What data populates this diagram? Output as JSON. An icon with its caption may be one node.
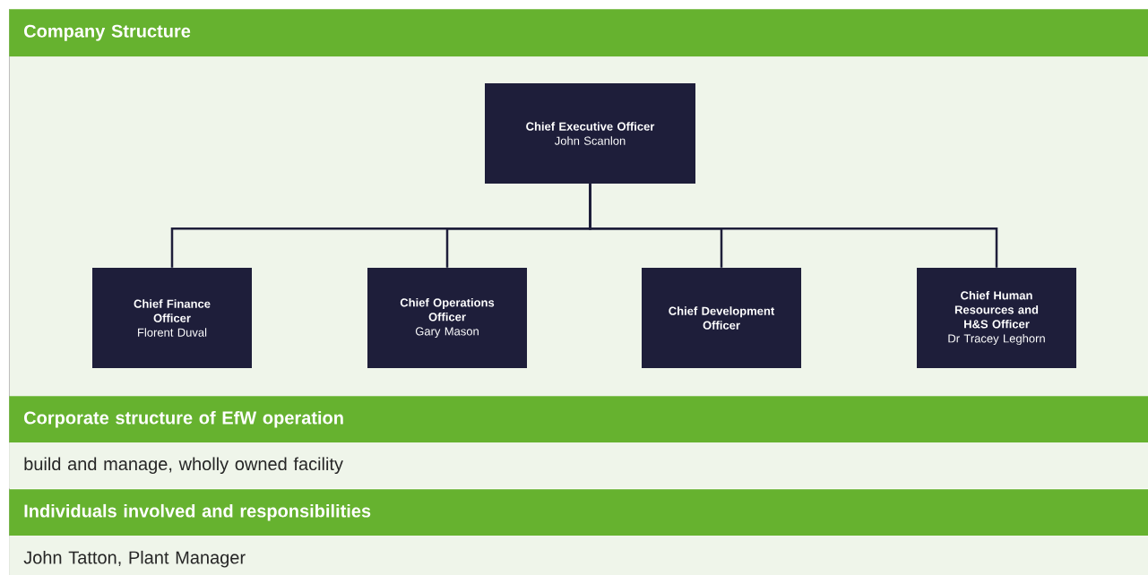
{
  "diagram": {
    "nodes": [
      {
        "text": [
          "Company Structure"
        ]
      },
      {
        "text": [
          "Chief Executive Officer",
          "John Scanlon"
        ]
      },
      {
        "text": [
          "Chief Finance Officer",
          "Florent Duval"
        ]
      },
      {
        "text": [
          "Chief Operations Officer",
          "Gary Mason"
        ]
      },
      {
        "text": [
          "Chief Development Officer"
        ]
      },
      {
        "text": [
          "Chief Human Resources and H&S Officer",
          "Dr Tracey Leghorn"
        ]
      },
      {
        "text": [
          "Corporate structure of EfW operation"
        ]
      },
      {
        "text": [
          "build and manage, wholly owned facility"
        ]
      },
      {
        "text": [
          "Individuals involved and responsibilities"
        ]
      },
      {
        "text": [
          "John Tatton, Plant Manager"
        ]
      }
    ],
    "edges": [
      {
        "from": 1,
        "to": 2,
        "arrow": "none"
      },
      {
        "from": 1,
        "to": 3,
        "arrow": "none"
      },
      {
        "from": 1,
        "to": 4,
        "arrow": "none"
      },
      {
        "from": 1,
        "to": 5,
        "arrow": "none"
      }
    ]
  }
}
